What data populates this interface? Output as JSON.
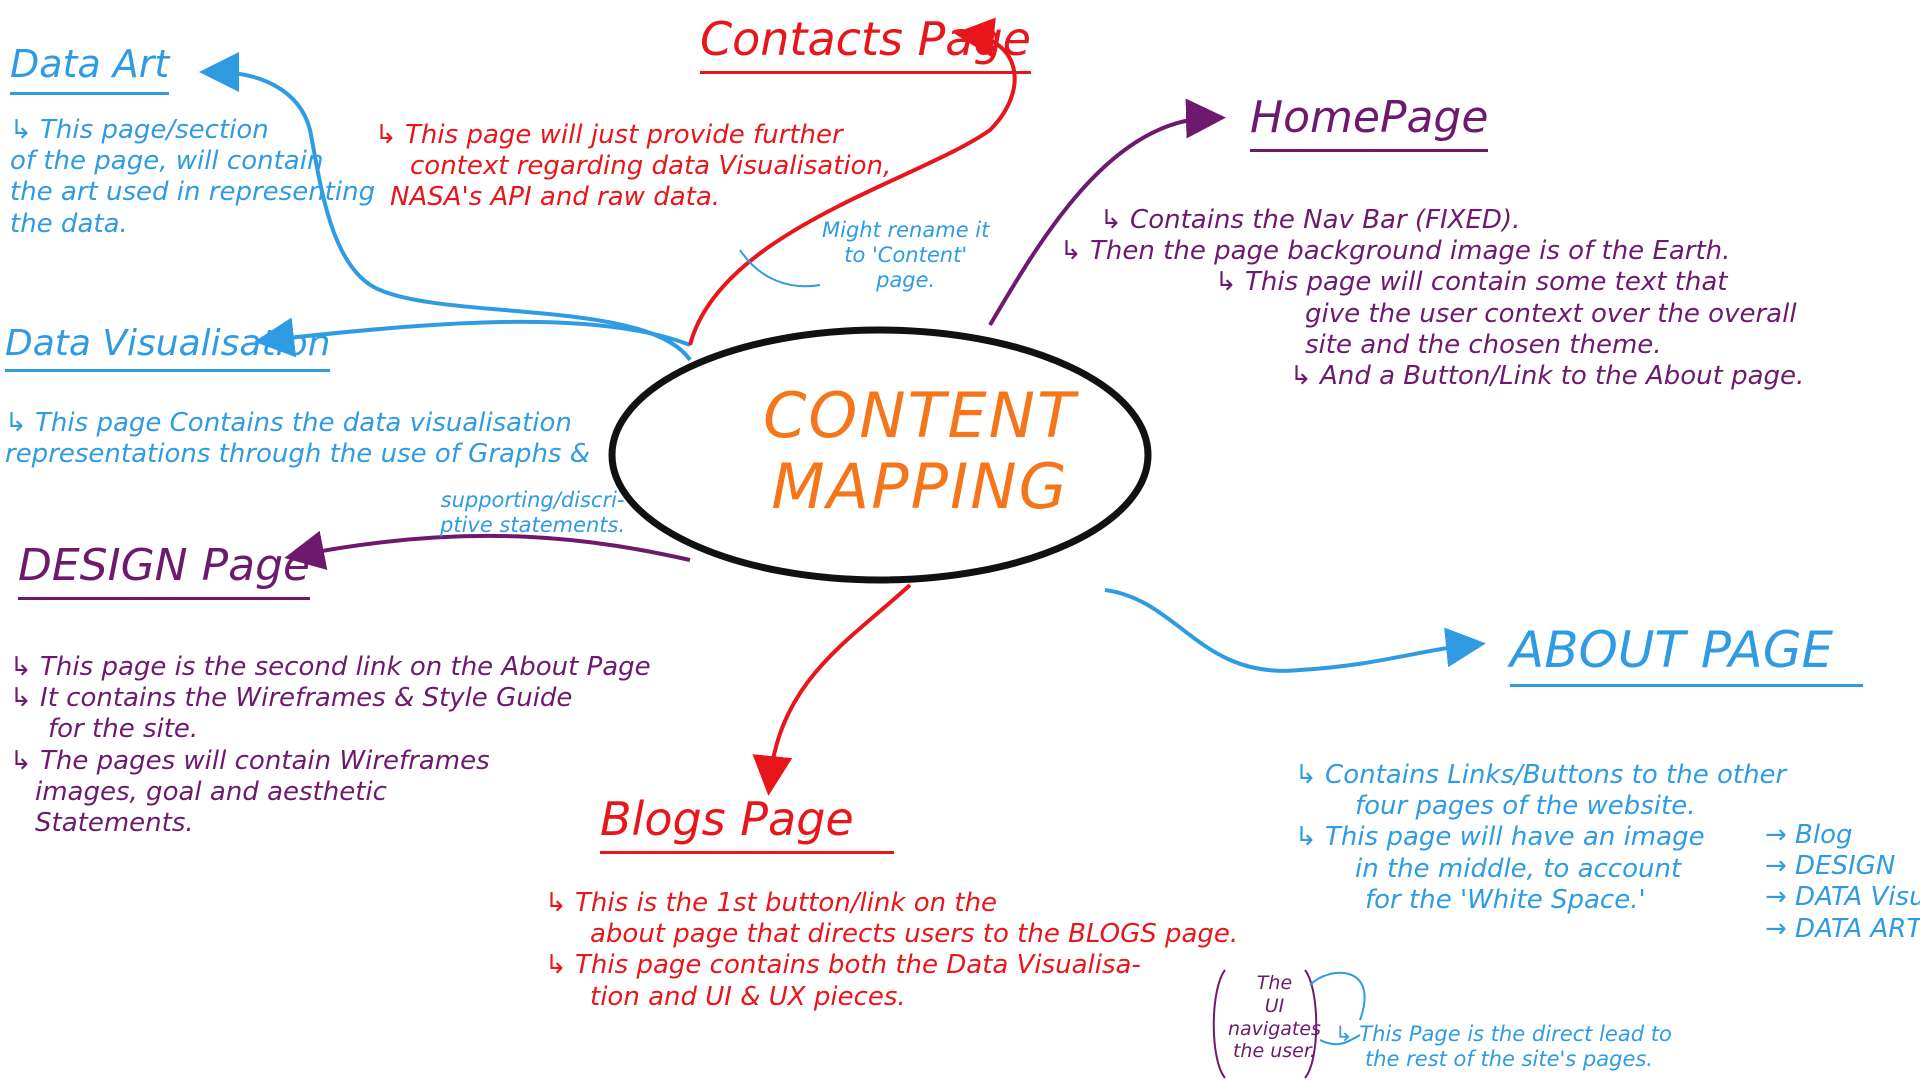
{
  "center": {
    "line1": "CONTENT",
    "line2": "MAPPING"
  },
  "colors": {
    "blue": "#2f9be3",
    "purple": "#6d1a6e",
    "red": "#e8161b",
    "orange": "#f5761a",
    "ellipse": "#111111"
  },
  "data_art": {
    "title": "Data Art",
    "lines": [
      "↳ This page/section",
      "of the page, will contain",
      "the art used in representing",
      "the data."
    ]
  },
  "data_vis": {
    "title": "Data Visualisation",
    "lines": [
      "↳ This page Contains the data visualisation",
      "representations through the use of Graphs &"
    ],
    "extra": [
      "supporting/discri-",
      "ptive statements."
    ]
  },
  "design": {
    "title": "DESIGN Page",
    "lines": [
      "↳ This page is the second link on the About Page",
      "↳ It contains the Wireframes & Style Guide",
      "for the site.",
      "↳ The pages will contain Wireframes",
      "images, goal and aesthetic",
      "Statements."
    ]
  },
  "contacts": {
    "title": "Contacts Page",
    "lines": [
      "↳ This page will just provide further",
      "context regarding data Visualisation,",
      "NASA's API and raw data."
    ],
    "note": [
      "Might rename it",
      "to 'Content'",
      "page."
    ]
  },
  "home": {
    "title": "HomePage",
    "lines": [
      "↳ Contains the Nav Bar (FIXED).",
      "↳ Then the page background image is of the Earth.",
      "↳ This page will contain some text that",
      "give the user context over the overall",
      "site and the chosen theme.",
      "↳ And a Button/Link to the About page."
    ]
  },
  "about": {
    "title": "ABOUT PAGE",
    "lines": [
      "↳ Contains Links/Buttons to the other",
      "four pages of the website.",
      "↳ This page will have an image",
      "in the middle, to account",
      "for the 'White Space.'"
    ],
    "links": [
      "→ Blog",
      "→ DESIGN",
      "→ DATA Visua-",
      "→ DATA ART"
    ],
    "note_side": [
      "The",
      "UI",
      "navigates",
      "the user."
    ],
    "note_bottom": [
      "↳ This Page is the direct lead to",
      "the rest of the site's pages."
    ]
  },
  "blogs": {
    "title": "Blogs Page",
    "lines": [
      "↳ This is the 1st button/link on the",
      "about page that directs users to the BLOGS page.",
      "↳ This page contains both the Data Visualisa-",
      "tion and UI & UX pieces."
    ]
  }
}
